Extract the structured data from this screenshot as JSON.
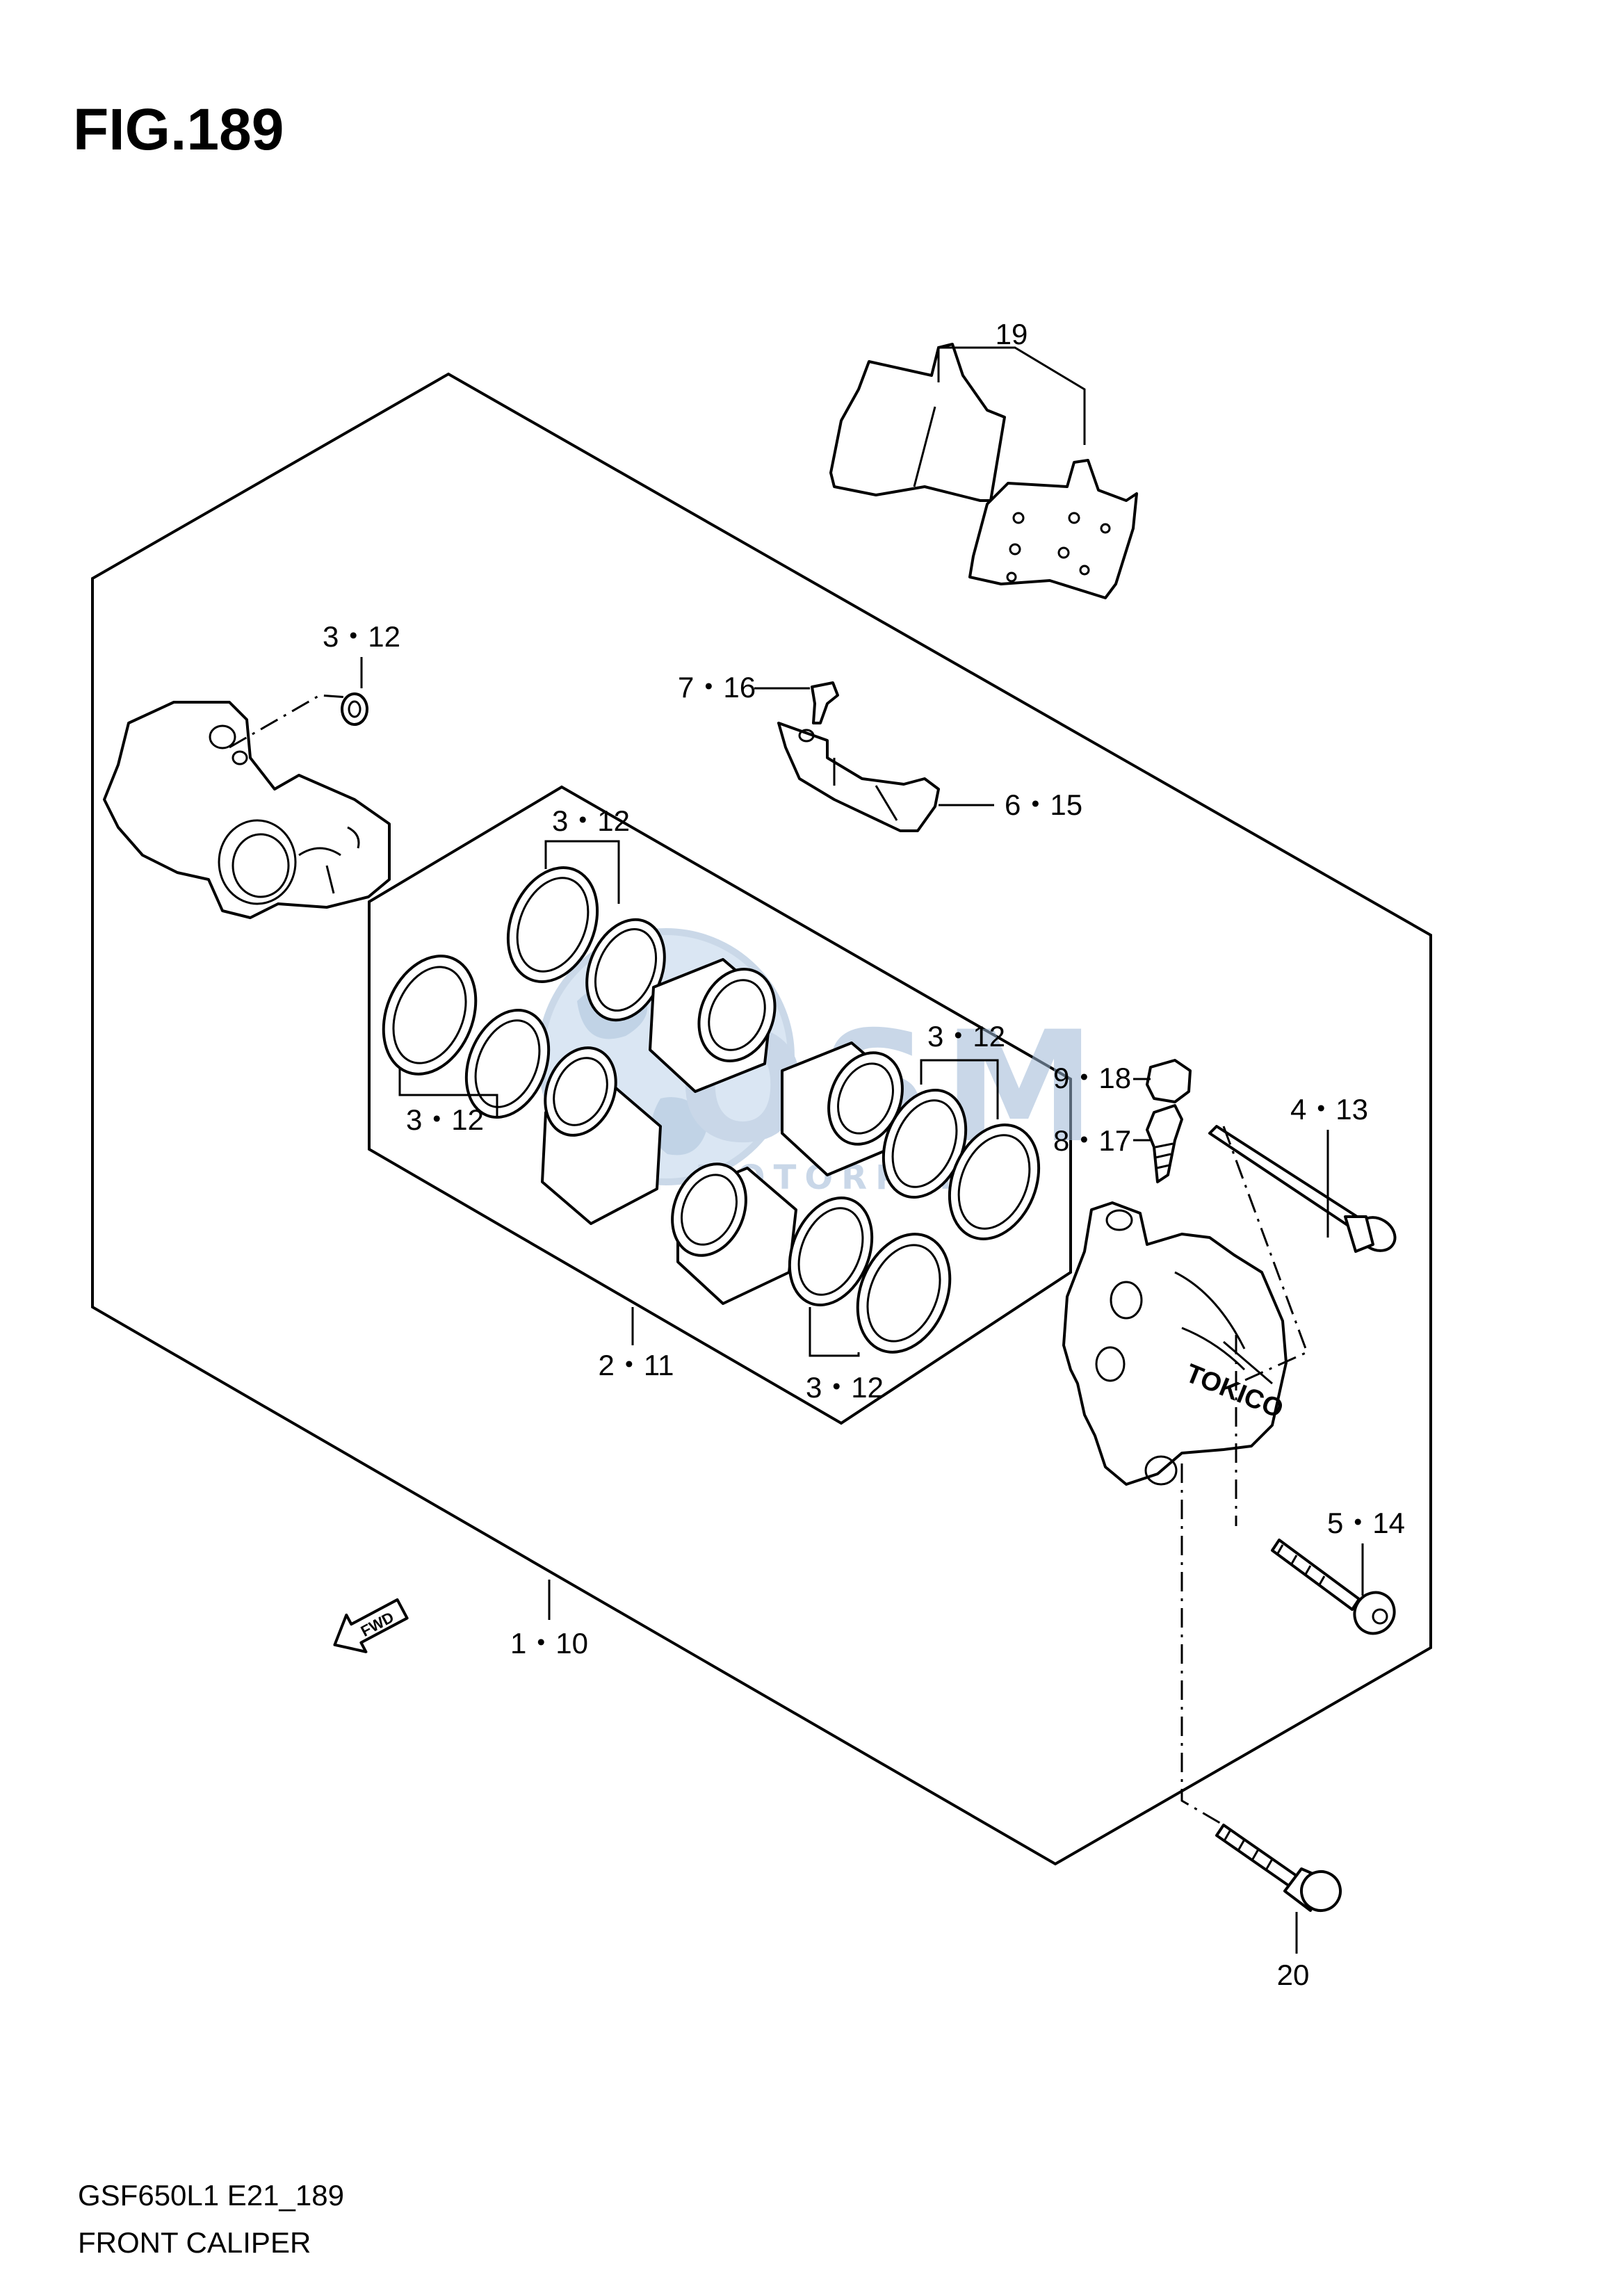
{
  "figure": {
    "title": "FIG.189",
    "model_code": "GSF650L1 E21_189",
    "caption": "FRONT CALIPER"
  },
  "callouts": {
    "c19": "19",
    "c3_12_top_left": "3・12",
    "c7_16": "7・16",
    "c6_15": "6・15",
    "c3_12_seal_top": "3・12",
    "c3_12_seal_left": "3・12",
    "c3_12_seal_right": "3・12",
    "c3_12_seal_bottom": "3・12",
    "c2_11": "2・11",
    "c9_18": "9・18",
    "c8_17": "8・17",
    "c4_13": "4・13",
    "c5_14": "5・14",
    "c1_10": "1・10",
    "c20": "20"
  },
  "fwd_marker": "FWD",
  "watermark": {
    "logo_text": "OSM",
    "sub_text": "MOTORPARTS"
  },
  "colors": {
    "line": "#000000",
    "background": "#ffffff",
    "watermark": "#a9c3df"
  }
}
